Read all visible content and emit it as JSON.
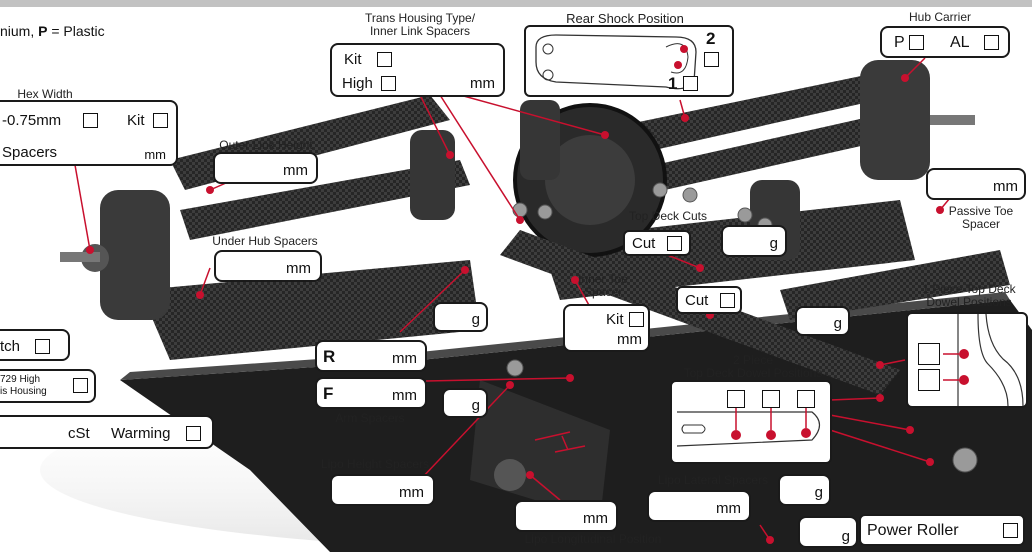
{
  "legend": {
    "prefix": "nium, ",
    "p_letter": "P",
    "p_text": " = Plastic"
  },
  "trans": {
    "title1": "Trans Housing Type/",
    "title2": "Inner Link Spacers",
    "kit": "Kit",
    "high": "High",
    "mm": "mm"
  },
  "rear_shock": {
    "title": "Rear Shock Position",
    "pos2": "2",
    "pos1": "1"
  },
  "hub_carrier": {
    "title": "Hub Carrier",
    "p": "P",
    "al": "AL"
  },
  "hex": {
    "title": "Hex Width",
    "value": "-0.75mm",
    "kit": "Kit",
    "spacers": "Spacers",
    "mm": "mm"
  },
  "outer_link": {
    "title": "Outer Link Height",
    "mm": "mm"
  },
  "passive_toe": {
    "mm": "mm",
    "title1": "Passive Toe",
    "title2": "Spacer"
  },
  "top_deck_cuts": {
    "title": "Top Deck Cuts",
    "cut1": "Cut",
    "g1": "g",
    "cut2": "Cut",
    "g2": "g"
  },
  "under_hub": {
    "title": "Under Hub Spacers",
    "mm": "mm"
  },
  "one_piece": {
    "title1": "1 Piece Top Deck",
    "title2": "Dowel Positions"
  },
  "inner_toe": {
    "title1": "Inner Toe",
    "title2": "Spacer",
    "kit": "Kit",
    "mm": "mm"
  },
  "g_left": "g",
  "g_arm": "g",
  "left_edge": {
    "tch": "tch",
    "high1": "729 High",
    "high2": "is Housing",
    "cst": "cSt",
    "warming": "Warming"
  },
  "arm_spacers": {
    "r": "R",
    "r_mm": "mm",
    "f": "F",
    "f_mm": "mm",
    "title": "Arm Spacers"
  },
  "two_piece": {
    "title1": "2 Piece",
    "title2": "Top Deck Dowel Positions"
  },
  "lipo_height": {
    "title": "Lipo Height Spacers",
    "mm": "mm"
  },
  "lipo_lateral": {
    "title": "Lipo Lateral Spacers",
    "mm": "mm",
    "g": "g"
  },
  "lipo_long": {
    "mm": "mm",
    "title": "Lipo Longitudinal Position"
  },
  "power_roller": {
    "g": "g",
    "label": "Power Roller"
  },
  "colors": {
    "leader": "#c8102e",
    "carbon": "#2b2b2b",
    "plastic": "#3a3a3a",
    "box_border": "#1a1a1a"
  }
}
